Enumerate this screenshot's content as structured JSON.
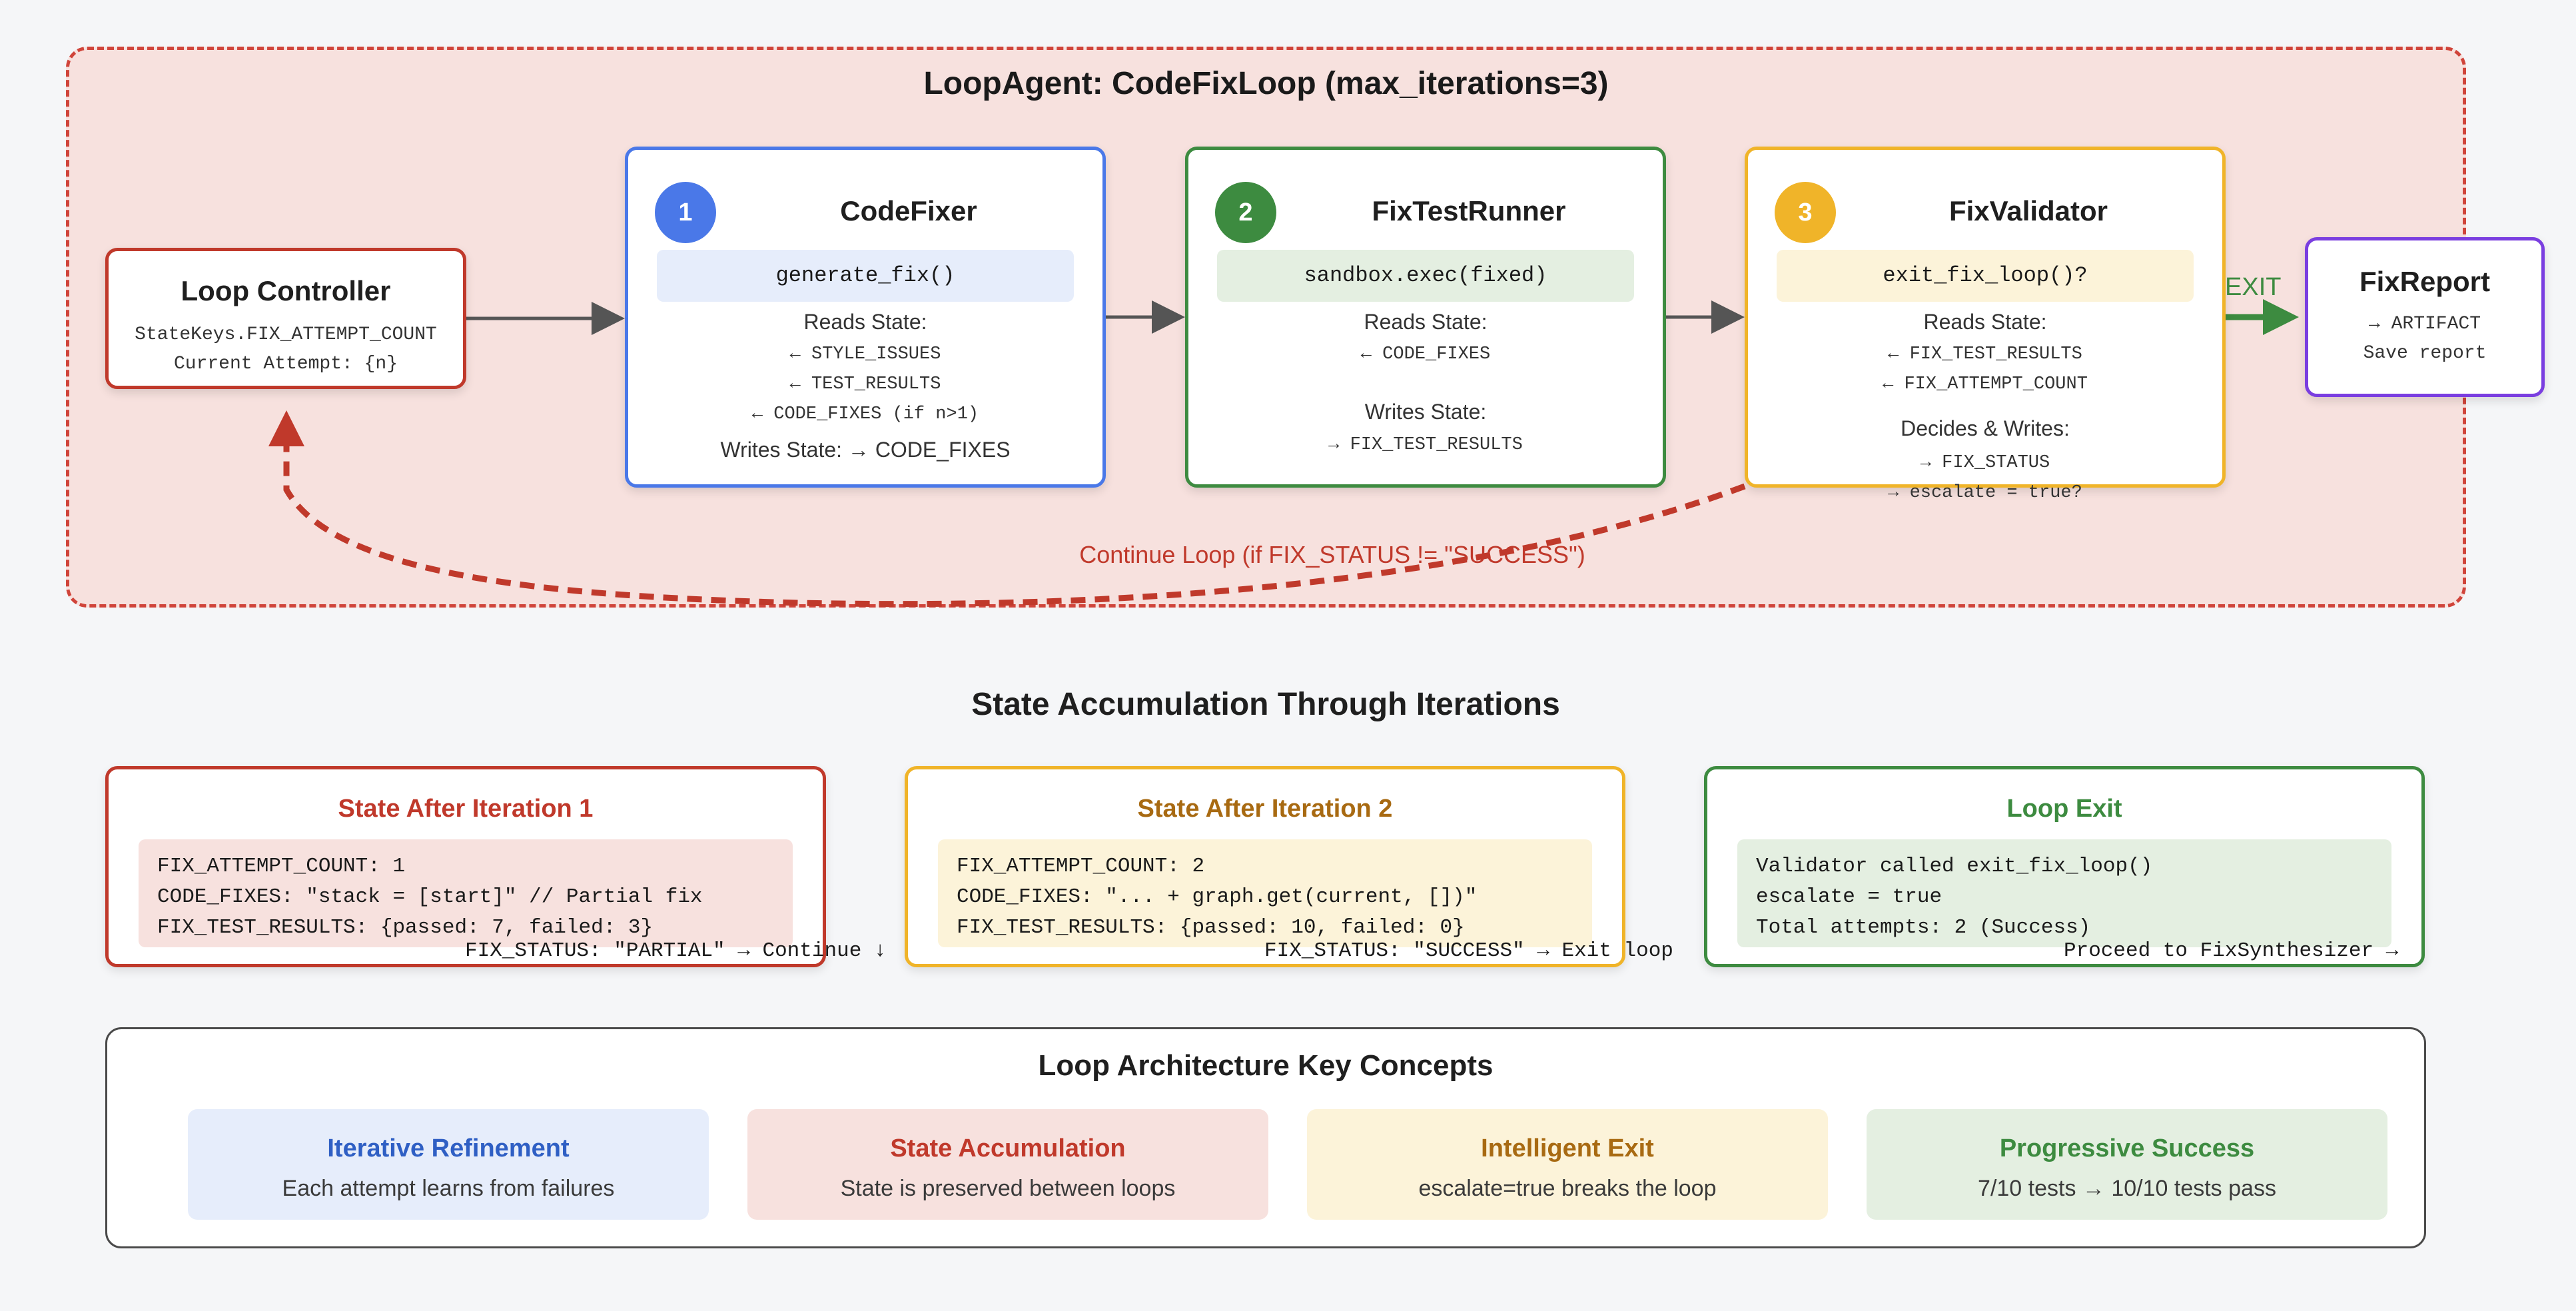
{
  "loop": {
    "title": "LoopAgent: CodeFixLoop (max_iterations=3)",
    "controller": {
      "title": "Loop Controller",
      "line1": "StateKeys.FIX_ATTEMPT_COUNT",
      "line2": "Current Attempt: {n}"
    },
    "agents": [
      {
        "number": "1",
        "name": "CodeFixer",
        "func": "generate_fix()",
        "reads_label": "Reads State:",
        "reads": [
          "← STYLE_ISSUES",
          "← TEST_RESULTS",
          "← CODE_FIXES (if n>1)"
        ],
        "writes": "Writes State: → CODE_FIXES"
      },
      {
        "number": "2",
        "name": "FixTestRunner",
        "func": "sandbox.exec(fixed)",
        "reads_label": "Reads State:",
        "reads": [
          "← CODE_FIXES"
        ],
        "writes_label": "Writes State:",
        "writes": [
          "→ FIX_TEST_RESULTS"
        ]
      },
      {
        "number": "3",
        "name": "FixValidator",
        "func": "exit_fix_loop()?",
        "reads_label": "Reads State:",
        "reads": [
          "← FIX_TEST_RESULTS",
          "← FIX_ATTEMPT_COUNT"
        ],
        "decides_label": "Decides & Writes:",
        "decides": [
          "→ FIX_STATUS",
          "→ escalate = true?"
        ]
      }
    ],
    "continue_label": "Continue Loop (if FIX_STATUS != \"SUCCESS\")",
    "exit_label": "EXIT"
  },
  "report": {
    "title": "FixReport",
    "line1": "→ ARTIFACT",
    "line2": "Save report"
  },
  "accumulation": {
    "title": "State Accumulation Through Iterations",
    "cards": [
      {
        "title": "State After Iteration 1",
        "lines": [
          "FIX_ATTEMPT_COUNT: 1",
          "CODE_FIXES: \"stack = [start]\" // Partial fix",
          "FIX_TEST_RESULTS: {passed: 7, failed: 3}"
        ],
        "footer": "FIX_STATUS: \"PARTIAL\" → Continue ↓"
      },
      {
        "title": "State After Iteration 2",
        "lines": [
          "FIX_ATTEMPT_COUNT: 2",
          "CODE_FIXES: \"... + graph.get(current, [])\"",
          "FIX_TEST_RESULTS: {passed: 10, failed: 0}"
        ],
        "footer": "FIX_STATUS: \"SUCCESS\" → Exit loop"
      },
      {
        "title": "Loop Exit",
        "lines": [
          "Validator called exit_fix_loop()",
          "escalate = true",
          "Total attempts: 2 (Success)"
        ],
        "footer": "Proceed to FixSynthesizer →"
      }
    ]
  },
  "concepts": {
    "title": "Loop Architecture Key Concepts",
    "items": [
      {
        "title": "Iterative Refinement",
        "desc": "Each attempt learns from failures"
      },
      {
        "title": "State Accumulation",
        "desc": "State is preserved between loops"
      },
      {
        "title": "Intelligent Exit",
        "desc": "escalate=true breaks the loop"
      },
      {
        "title": "Progressive Success",
        "desc": "7/10 tests → 10/10 tests pass"
      }
    ]
  },
  "colors": {
    "red": "#c0392b",
    "blue": "#4a78e8",
    "green": "#3d8b40",
    "amber": "#f0b429",
    "purple": "#7a3ee0",
    "arrow_gray": "#555555"
  }
}
